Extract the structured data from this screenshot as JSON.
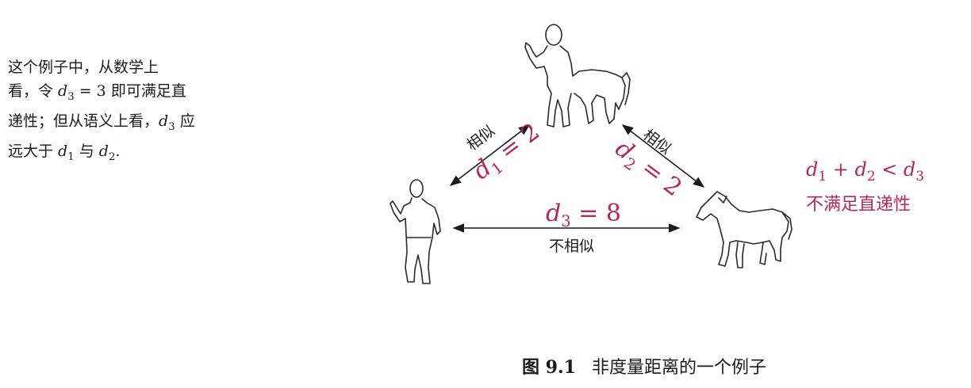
{
  "side_note": {
    "line1": "这个例子中，从数学上",
    "line2_a": "看，令 ",
    "line2_math": "d",
    "line2_sub": "3",
    "line2_b": " = 3 即可满足直",
    "line3_a": "递性；但从语义上看，",
    "line3_math": "d",
    "line3_sub": "3",
    "line3_b": " 应",
    "line4_a": "远大于 ",
    "line4_m1": "d",
    "line4_s1": "1",
    "line4_mid": " 与 ",
    "line4_m2": "d",
    "line4_s2": "2",
    "line4_end": "."
  },
  "diagram": {
    "left_similar": "相似",
    "right_similar": "相似",
    "bottom_dissimilar": "不相似",
    "d1": {
      "var": "d",
      "sub": "1",
      "rest": " = 2"
    },
    "d2": {
      "var": "d",
      "sub": "2",
      "rest": " = 2"
    },
    "d3": {
      "var": "d",
      "sub": "3",
      "rest": " = 8"
    },
    "inequality": {
      "a": "d",
      "a_sub": "1",
      "plus": " + ",
      "b": "d",
      "b_sub": "2",
      "lt": " < ",
      "c": "d",
      "c_sub": "3"
    },
    "inequality_text": "不满足直递性",
    "figures": [
      "human-figure",
      "centaur-figure",
      "horse-figure"
    ]
  },
  "caption": {
    "label": "图 9.1",
    "text": "非度量距离的一个例子"
  },
  "colors": {
    "accent": "#b3275a",
    "text": "#1a1a1a"
  }
}
